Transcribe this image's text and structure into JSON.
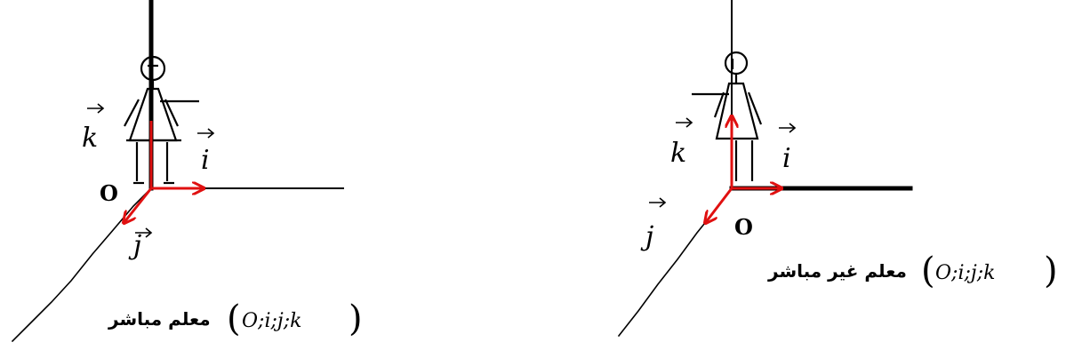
{
  "left_frame": {
    "origin_label": "O",
    "i_label": "i",
    "j_label": "j",
    "k_label": "k",
    "caption_math": "O;i;j;k",
    "caption_text": "معلم  مباشر"
  },
  "right_frame": {
    "origin_label": "O",
    "i_label": "i",
    "j_label": "j",
    "k_label": "k",
    "caption_math": "O;i;j;k",
    "caption_text": "معلم غير مباشر"
  },
  "colors": {
    "vector": "#e01010",
    "axis": "#000000"
  }
}
